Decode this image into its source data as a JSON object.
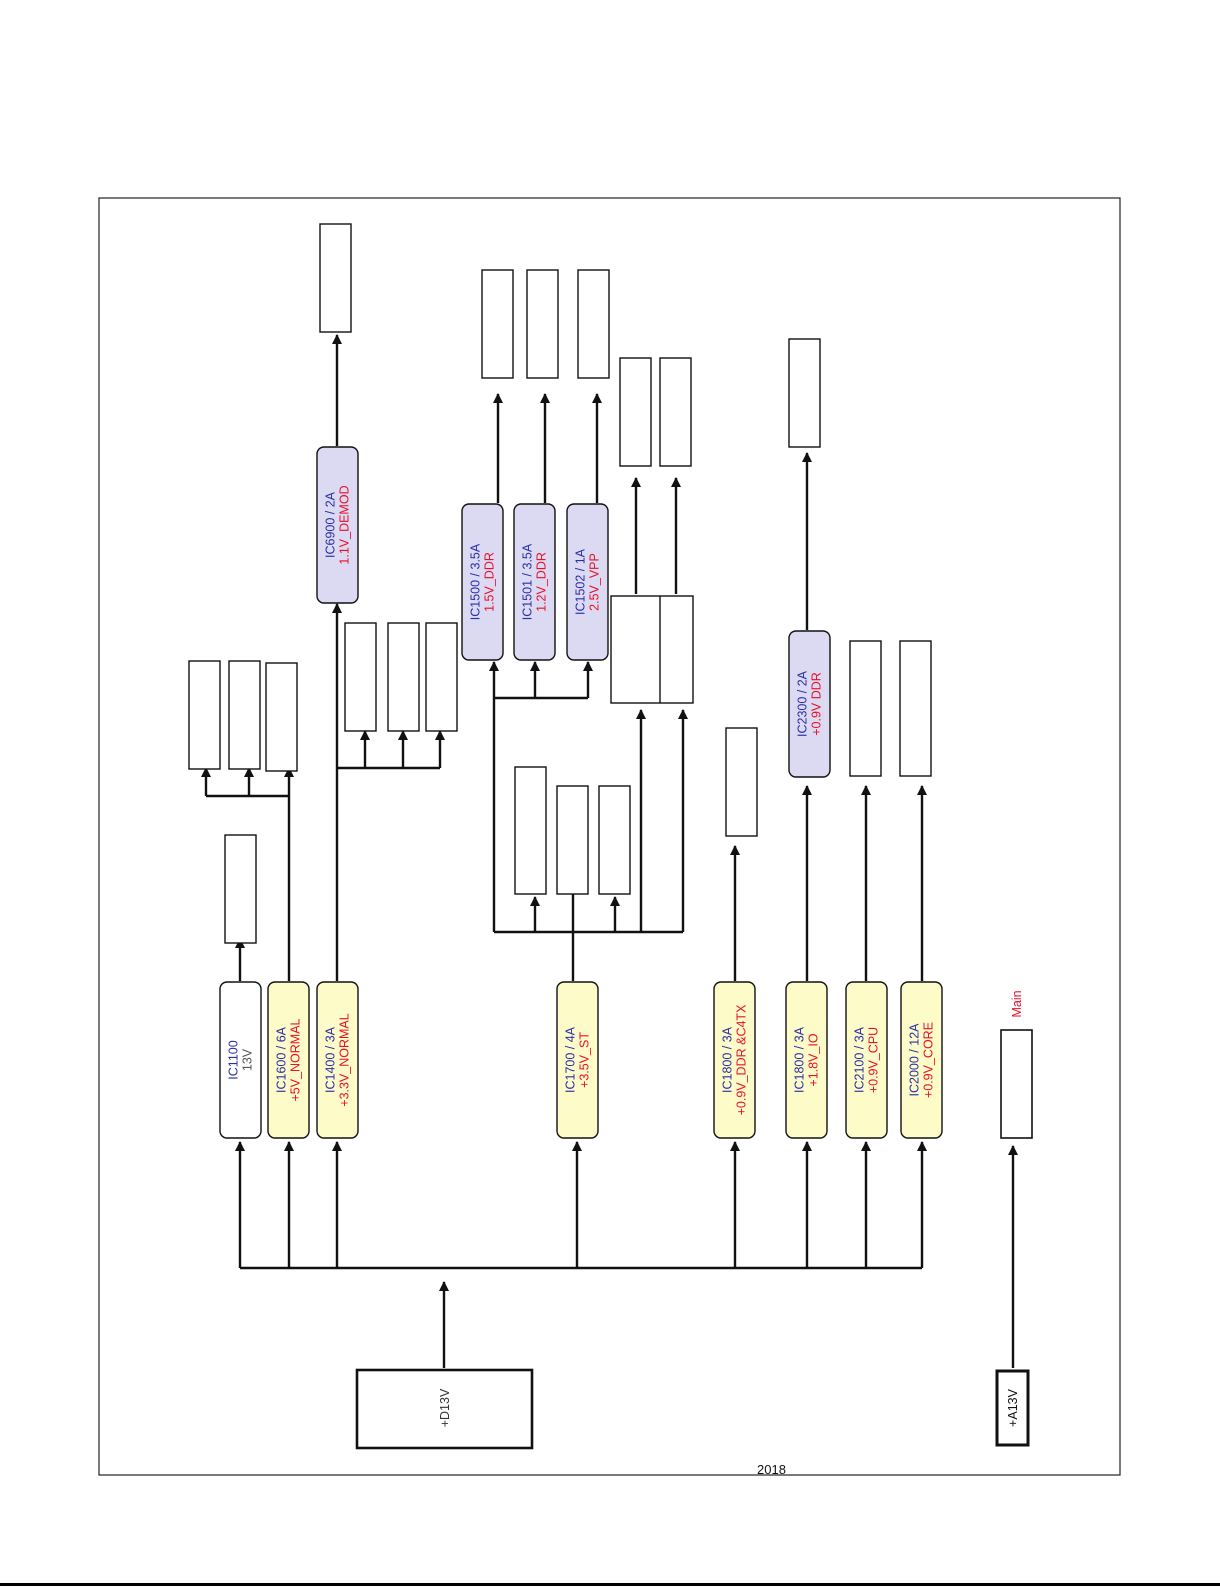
{
  "diagram": {
    "source": "+D13V",
    "standby_source": "+A13V",
    "standby_label": "Main",
    "year": "2018",
    "colors": {
      "line": "#111111",
      "yellow_fill": "#fdfbc8",
      "purple_fill": "#dcd9f2",
      "ic_name": "#2a2fa6",
      "voltage": "#e8102a"
    },
    "regulators": [
      {
        "id": "ic1100",
        "name": "IC1100",
        "value": "13V",
        "kind": "white"
      },
      {
        "id": "ic1600",
        "name": "IC1600 / 6A",
        "value": "+5V_NORMAL",
        "kind": "yellow"
      },
      {
        "id": "ic1400",
        "name": "IC1400 / 3A",
        "value": "+3.3V_NORMAL",
        "kind": "yellow"
      },
      {
        "id": "ic1700",
        "name": "IC1700 / 4A",
        "value": "+3.5V_ST",
        "kind": "yellow"
      },
      {
        "id": "ic1800a",
        "name": "IC1800 / 3A",
        "value": "+0.9V_DDR &C4TX",
        "kind": "yellow"
      },
      {
        "id": "ic1800b",
        "name": "IC1800 / 3A",
        "value": "+1.8V_IO",
        "kind": "yellow"
      },
      {
        "id": "ic2100",
        "name": "IC2100 / 3A",
        "value": "+0.9V_CPU",
        "kind": "yellow"
      },
      {
        "id": "ic2000",
        "name": "IC2000 / 12A",
        "value": "+0.9V_CORE",
        "kind": "yellow"
      },
      {
        "id": "ic6900",
        "name": "IC6900 / 2A",
        "value": "1.1V_DEMOD",
        "kind": "purple"
      },
      {
        "id": "ic1500",
        "name": "IC1500 / 3.5A",
        "value": "1.5V_DDR",
        "kind": "purple"
      },
      {
        "id": "ic1501",
        "name": "IC1501 / 3.5A",
        "value": "1.2V_DDR",
        "kind": "purple"
      },
      {
        "id": "ic1502",
        "name": "IC1502 / 1A",
        "value": "2.5V_VPP",
        "kind": "purple"
      },
      {
        "id": "ic2300",
        "name": "IC2300 / 2A",
        "value": "+0.9V DDR",
        "kind": "purple"
      }
    ]
  }
}
